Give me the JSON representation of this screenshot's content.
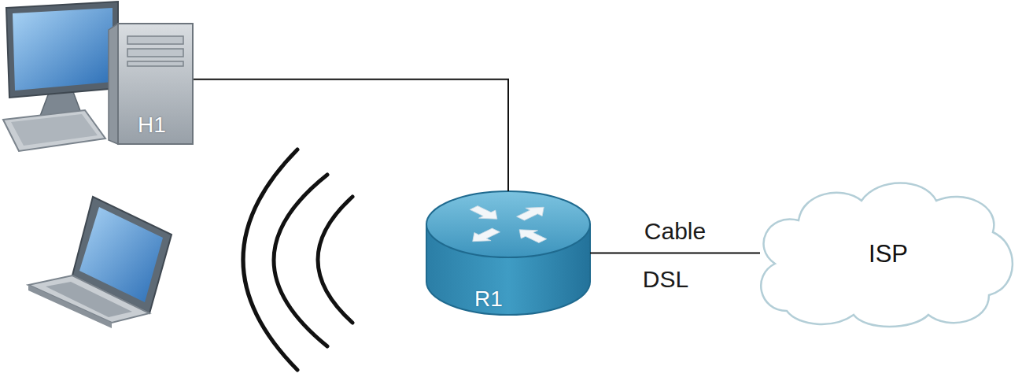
{
  "diagram": {
    "nodes": [
      {
        "text": [
          "H1"
        ]
      },
      {
        "text": [
          "R1"
        ]
      },
      {
        "text": [
          "ISP"
        ]
      }
    ],
    "edges": [
      {
        "from": 0,
        "to": 1,
        "arrow": "none"
      },
      {
        "from": 1,
        "to": 2,
        "label": "Cable",
        "arrow": "none"
      }
    ],
    "labels": [
      "DSL"
    ]
  }
}
